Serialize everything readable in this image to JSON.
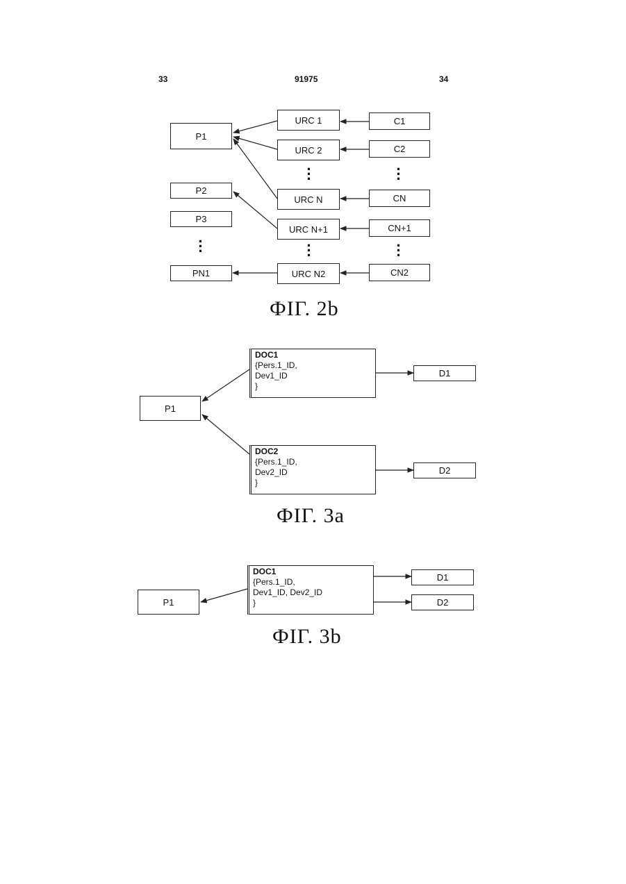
{
  "header": {
    "left_page": "33",
    "patent_number": "91975",
    "right_page": "34"
  },
  "fig2b": {
    "caption": "ФІГ. 2b",
    "persons": [
      "P1",
      "P2",
      "P3",
      "PN1"
    ],
    "urcs": [
      "URC 1",
      "URC 2",
      "URC N",
      "URC N+1",
      "URC N2"
    ],
    "cs": [
      "C1",
      "C2",
      "CN",
      "CN+1",
      "CN2"
    ]
  },
  "fig3a": {
    "caption": "ФІГ. 3a",
    "person": "P1",
    "doc1": {
      "title": "DOC1",
      "line1": "{Pers.1_ID,",
      "line2": "Dev1_ID",
      "line3": "}"
    },
    "doc2": {
      "title": "DOC2",
      "line1": "{Pers.1_ID,",
      "line2": "Dev2_ID",
      "line3": "}"
    },
    "devices": [
      "D1",
      "D2"
    ]
  },
  "fig3b": {
    "caption": "ФІГ. 3b",
    "person": "P1",
    "doc1": {
      "title": "DOC1",
      "line1": "{Pers.1_ID,",
      "line2": "Dev1_ID, Dev2_ID",
      "line3": "}"
    },
    "devices": [
      "D1",
      "D2"
    ]
  }
}
